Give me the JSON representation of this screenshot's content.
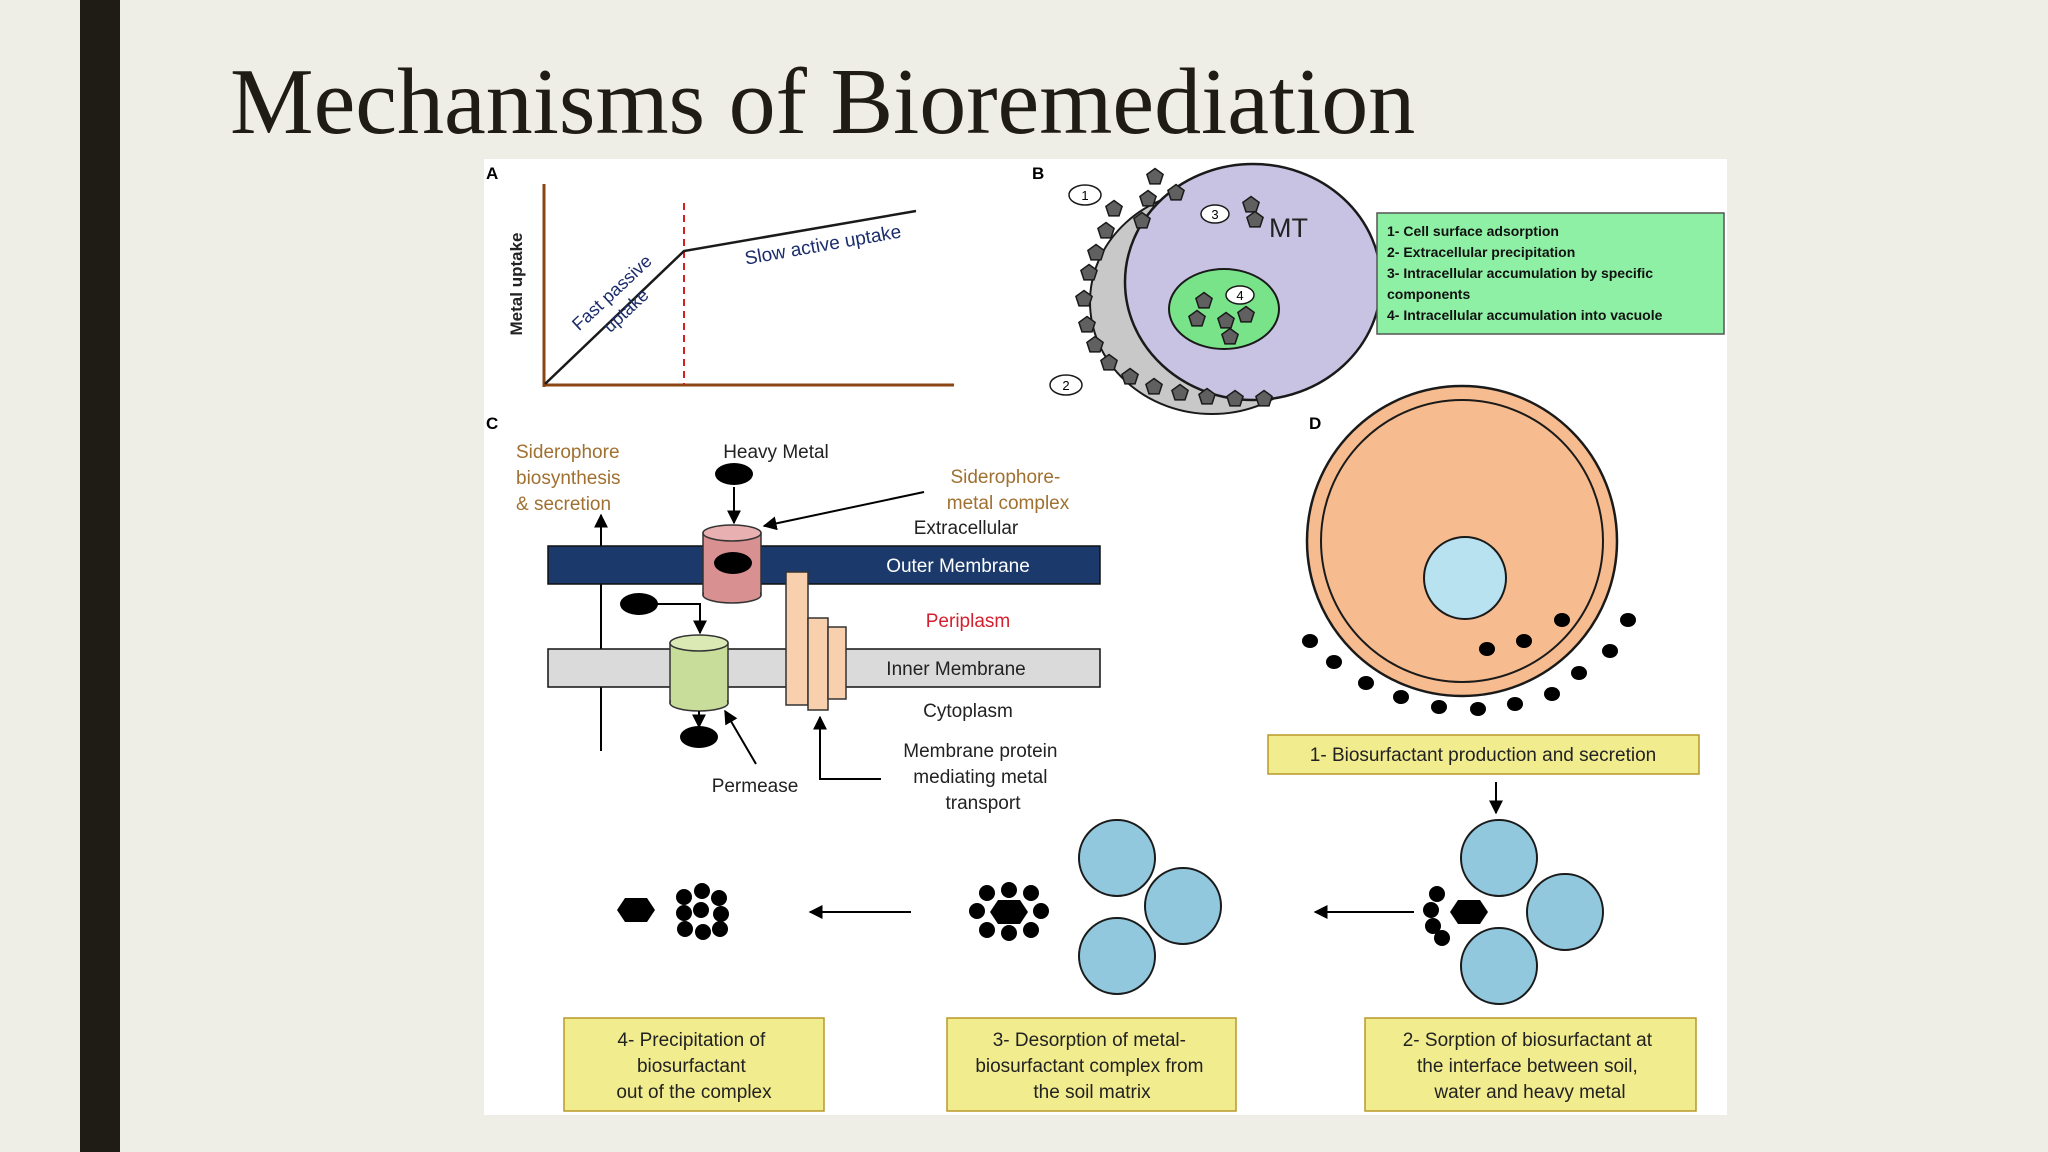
{
  "slide": {
    "title": "Mechanisms of Bioremediation"
  },
  "colors": {
    "sidebar": "#1e1c14",
    "background": "#eeede6",
    "axis": "#8b4513",
    "dashed": "#d42020",
    "cell": "#c9c3e3",
    "cell_shadow": "#c8c8c8",
    "vacuole": "#79e38a",
    "legend_bg": "#8ef0a4",
    "outer_membrane": "#1b3a6b",
    "inner_membrane": "#dadada",
    "siderophore": "#a07030",
    "periplasm": "#d42030",
    "channel_pink": "#d89090",
    "permease": "#c9dd9b",
    "protein": "#f8d0ad",
    "biocell": "#f6bc8f",
    "nucleus": "#b8e2f0",
    "micelle": "#92c8de",
    "label_box": "#f1ec8e"
  },
  "panels": {
    "a": {
      "letter": "A",
      "ylabel": "Metal uptake",
      "fast_line1": "Fast passive",
      "fast_line2": "uptake",
      "slow": "Slow active uptake"
    },
    "b": {
      "letter": "B",
      "mt": "MT",
      "markers": [
        "1",
        "2",
        "3",
        "4"
      ],
      "legend": [
        "1- Cell surface adsorption",
        "2- Extracellular precipitation",
        "3- Intracellular accumulation by specific",
        "components",
        "4- Intracellular accumulation into vacuole"
      ]
    },
    "c": {
      "letter": "C",
      "siderophore_bio": [
        "Siderophore",
        "biosynthesis",
        "& secretion"
      ],
      "heavy_metal": "Heavy Metal",
      "sid_complex": [
        "Siderophore-",
        "metal complex"
      ],
      "extracellular": "Extracellular",
      "outer_membrane": "Outer Membrane",
      "periplasm": "Periplasm",
      "inner_membrane": "Inner Membrane",
      "cytoplasm": "Cytoplasm",
      "permease": "Permease",
      "membrane_protein": [
        "Membrane protein",
        "mediating metal",
        "transport"
      ]
    },
    "d": {
      "letter": "D",
      "step1": "1- Biosurfactant production and secretion",
      "step2": [
        "2- Sorption of biosurfactant at",
        "the interface between soil,",
        "water and heavy metal"
      ],
      "step3": [
        "3- Desorption of metal-",
        "biosurfactant complex from",
        "the soil matrix"
      ],
      "step4": [
        "4- Precipitation of",
        "biosurfactant",
        "out of the complex"
      ]
    }
  }
}
